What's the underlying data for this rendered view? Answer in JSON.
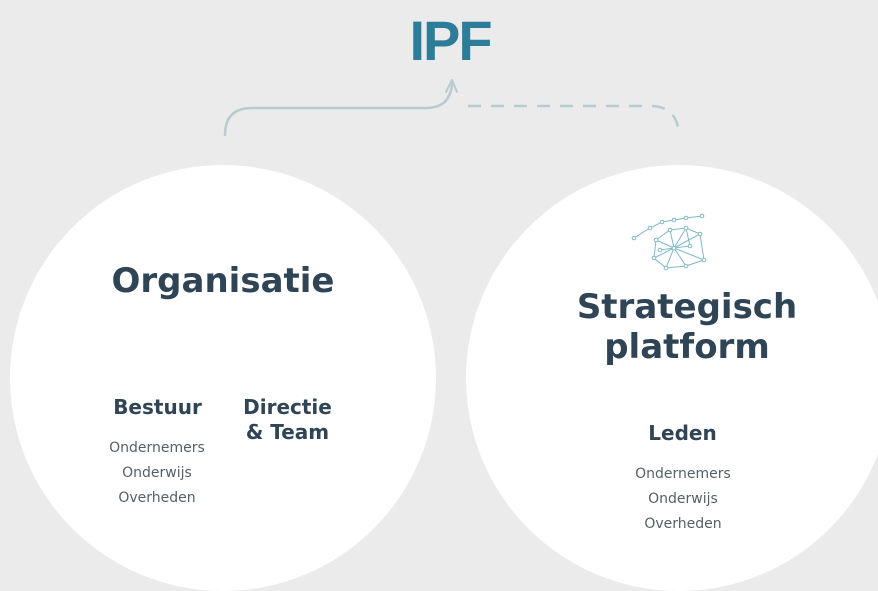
{
  "logo": {
    "text": "IPF",
    "color": "#2d7d9a"
  },
  "left_circle": {
    "title": "Organisatie",
    "groups": [
      {
        "label": "Bestuur"
      },
      {
        "label": "Directie\n& Team"
      }
    ],
    "list": [
      "Ondernemers",
      "Onderwijs",
      "Overheden"
    ]
  },
  "right_circle": {
    "icon": "network-graph-icon",
    "title": "Strategisch\nplatform",
    "group": {
      "label": "Leden"
    },
    "list": [
      "Ondernemers",
      "Onderwijs",
      "Overheden"
    ]
  },
  "colors": {
    "background": "#ebebeb",
    "circle": "#ffffff",
    "heading": "#2f4455",
    "body_text": "#555f66",
    "connector": "#b8cbd0"
  }
}
